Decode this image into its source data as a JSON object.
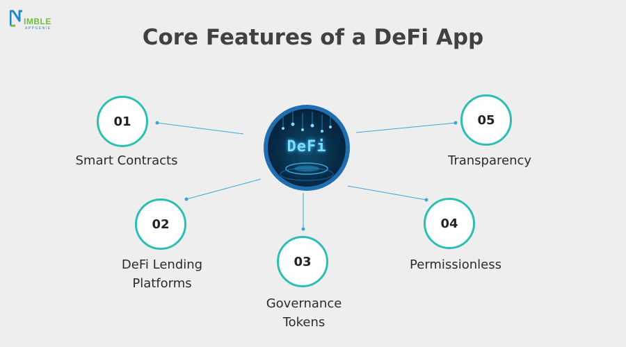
{
  "logo": {
    "name": "IMBLE",
    "tagline": "APPGENIE"
  },
  "title": "Core Features of a DeFi App",
  "hub": {
    "text": "DeFi"
  },
  "features": [
    {
      "number": "01",
      "label_lines": [
        "Smart Contracts"
      ]
    },
    {
      "number": "02",
      "label_lines": [
        "DeFi Lending",
        "Platforms"
      ]
    },
    {
      "number": "03",
      "label_lines": [
        "Governance",
        "Tokens"
      ]
    },
    {
      "number": "04",
      "label_lines": [
        "Permissionless"
      ]
    },
    {
      "number": "05",
      "label_lines": [
        "Transparency"
      ]
    }
  ],
  "colors": {
    "background": "#eeeeee",
    "circle_border": "#2bbfb4",
    "connector": "#3aa6d9",
    "title": "#414141",
    "hub": "#1f6fb0"
  }
}
